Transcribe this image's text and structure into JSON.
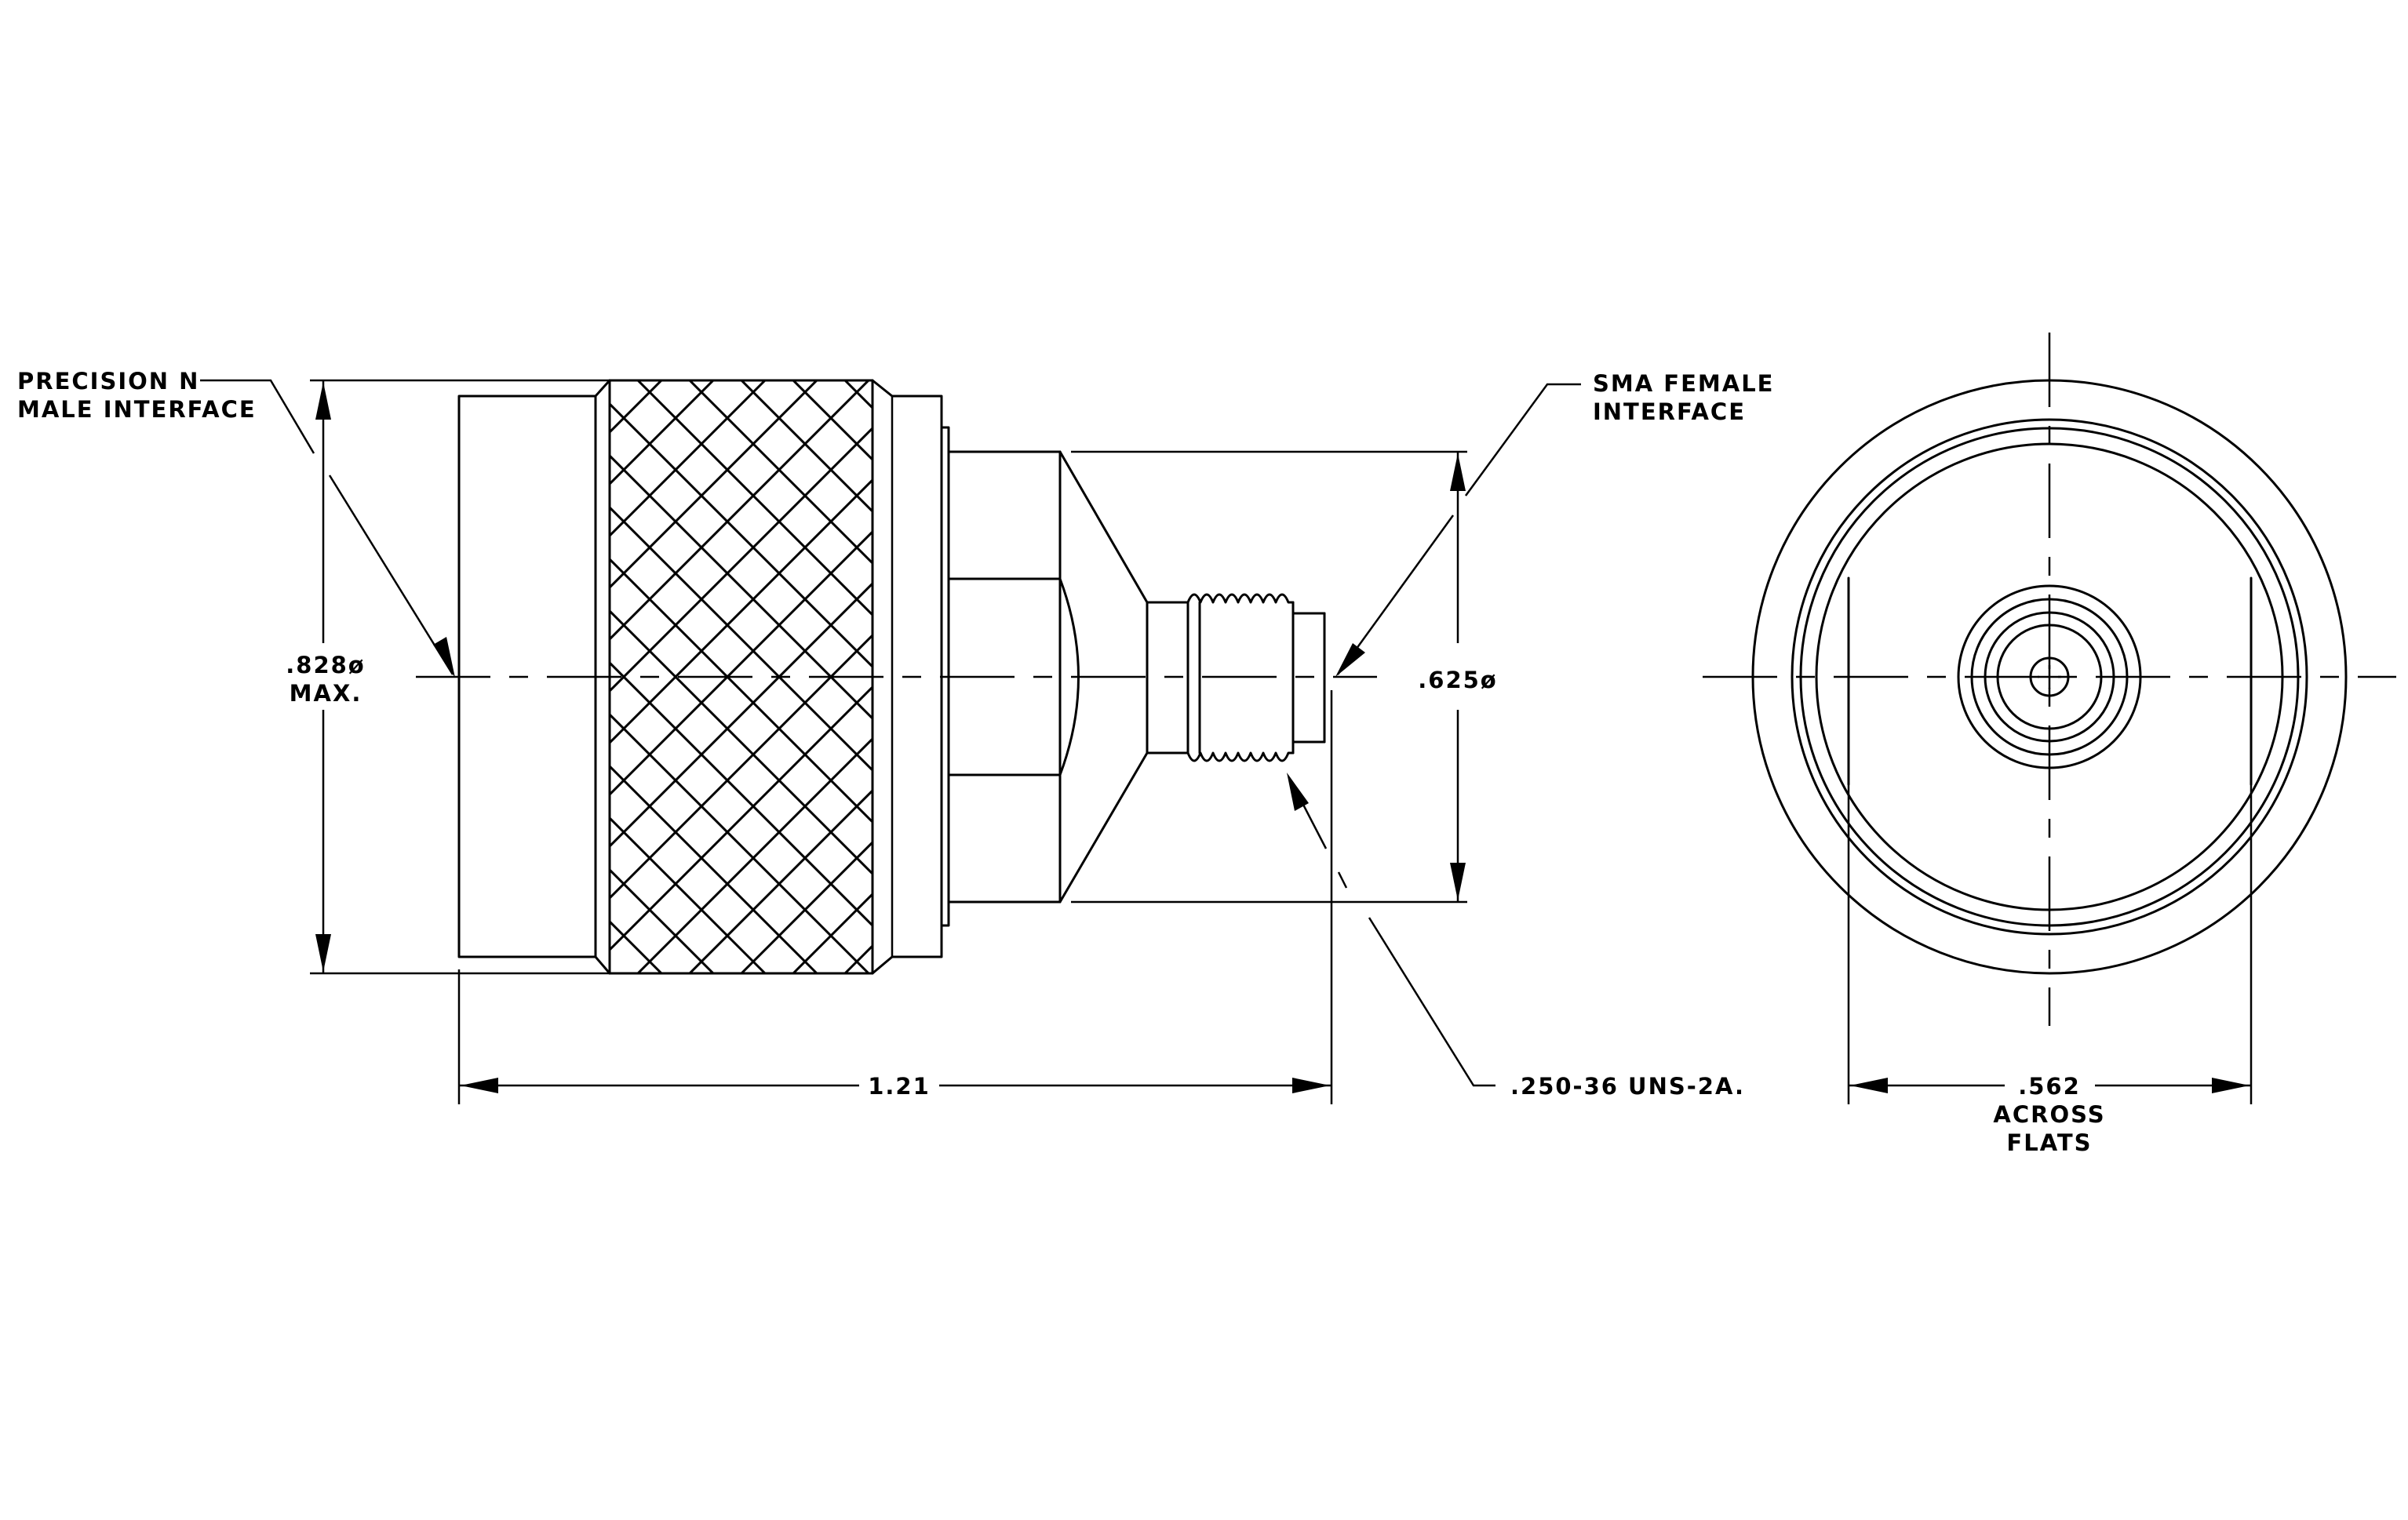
{
  "labels": {
    "n_interface_line1": "PRECISION N",
    "n_interface_line2": "MALE INTERFACE",
    "sma_interface_line1": "SMA FEMALE",
    "sma_interface_line2": "INTERFACE",
    "dia_828_line1": ".828ø",
    "dia_828_line2": "MAX.",
    "dia_625": ".625ø",
    "length": "1.21",
    "thread": ".250-36 UNS-2A.",
    "flats_line1": ".562",
    "flats_line2": "ACROSS",
    "flats_line3": "FLATS"
  }
}
